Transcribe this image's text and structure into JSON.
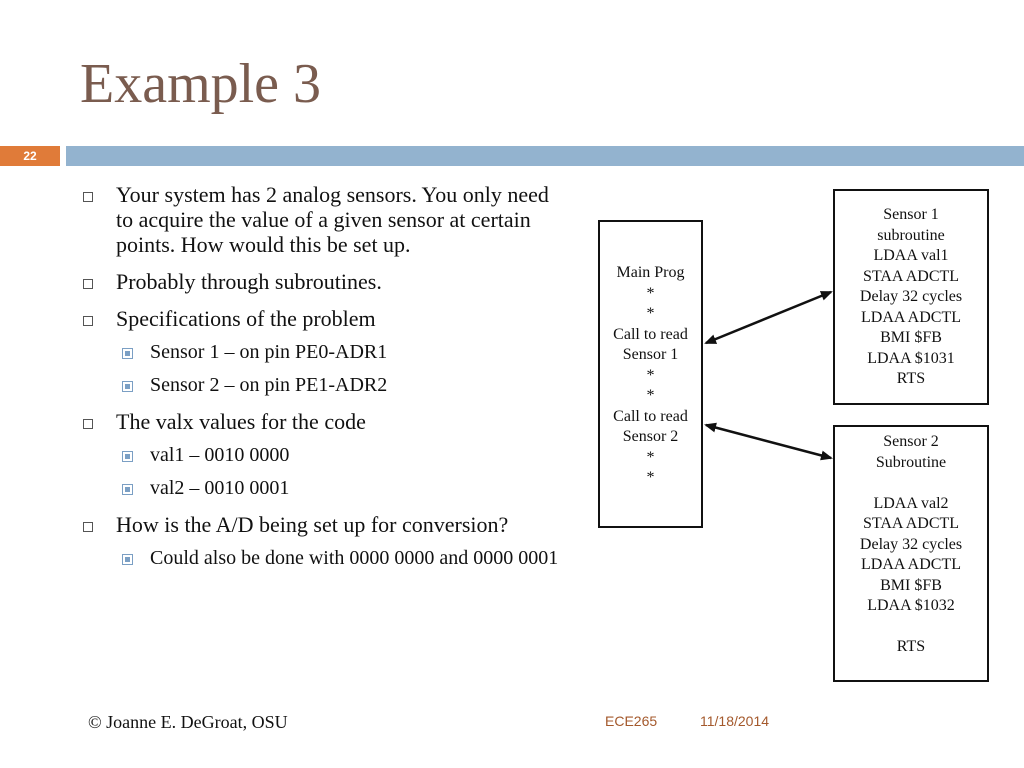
{
  "slide": {
    "title": "Example 3",
    "number": "22",
    "colors": {
      "title": "#7a5c4f",
      "bar": "#93b3cf",
      "number_bg": "#e07b39",
      "footer_accent": "#a4592c"
    }
  },
  "bullets": {
    "b1": "Your system has 2 analog sensors.  You only need to acquire the value of a given sensor at certain points.  How would this be set up.",
    "b2": "Probably through subroutines.",
    "b3": "Specifications of the problem",
    "b3_sub1": "Sensor 1 – on pin PE0-ADR1",
    "b3_sub2": "Sensor 2 – on pin PE1-ADR2",
    "b4": "The valx values for the code",
    "b4_sub1": "val1 – 0010 0000",
    "b4_sub2": "val2 – 0010 0001",
    "b5": "How is the A/D being set up for conversion?",
    "b5_sub1": "Could also be done with 0000 0000 and 0000 0001"
  },
  "diagram": {
    "main_prog": [
      "Main Prog",
      "*",
      "*",
      "Call to read",
      "Sensor 1",
      "*",
      "*",
      "Call to read",
      "Sensor 2",
      "*",
      "*"
    ],
    "sensor1": [
      "Sensor 1",
      "subroutine",
      "LDAA val1",
      "STAA ADCTL",
      "Delay 32 cycles",
      "LDAA ADCTL",
      "BMI $FB",
      "LDAA $1031",
      "RTS"
    ],
    "sensor2": [
      "Sensor 2",
      "Subroutine",
      "",
      "LDAA val2",
      "STAA ADCTL",
      "Delay 32 cycles",
      "LDAA ADCTL",
      "BMI $FB",
      "LDAA $1032",
      "",
      "RTS"
    ]
  },
  "footer": {
    "author": "© Joanne E. DeGroat, OSU",
    "course": "ECE265",
    "date": "11/18/2014"
  }
}
